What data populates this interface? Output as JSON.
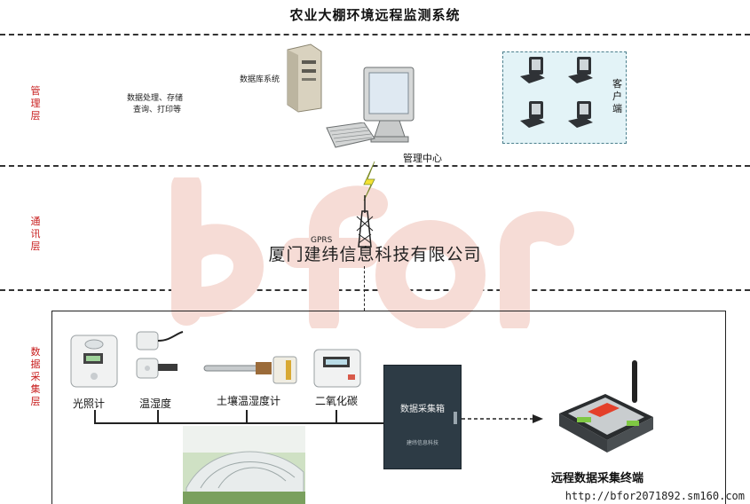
{
  "title": "农业大棚环境远程监测系统",
  "layers": {
    "management": "管理层",
    "communication": "通讯层",
    "acquisition": "数据采集层"
  },
  "management": {
    "database_label": "数据库系统",
    "processing_note_line1": "数据处理、存储",
    "processing_note_line2": "查询、打印等",
    "center_label": "管理中心",
    "clients_label": "客户端"
  },
  "communication": {
    "gprs_label": "GPRS",
    "company_name": "厦门建纬信息科技有限公司"
  },
  "sensors": {
    "light": "光照计",
    "temp_humidity": "温湿度",
    "soil": "土壤温湿度计",
    "co2": "二氧化碳"
  },
  "cabinet": {
    "title": "数据采集箱",
    "subtitle": "建纬信息科技"
  },
  "terminal_label": "远程数据采集终端",
  "footer_url": "http://bfor2071892.sm160.com",
  "colors": {
    "layer_text": "#c81e1e",
    "client_box": "#e3f3f7",
    "cabinet": "#2d3b45",
    "watermark": "#f6dcd6"
  }
}
